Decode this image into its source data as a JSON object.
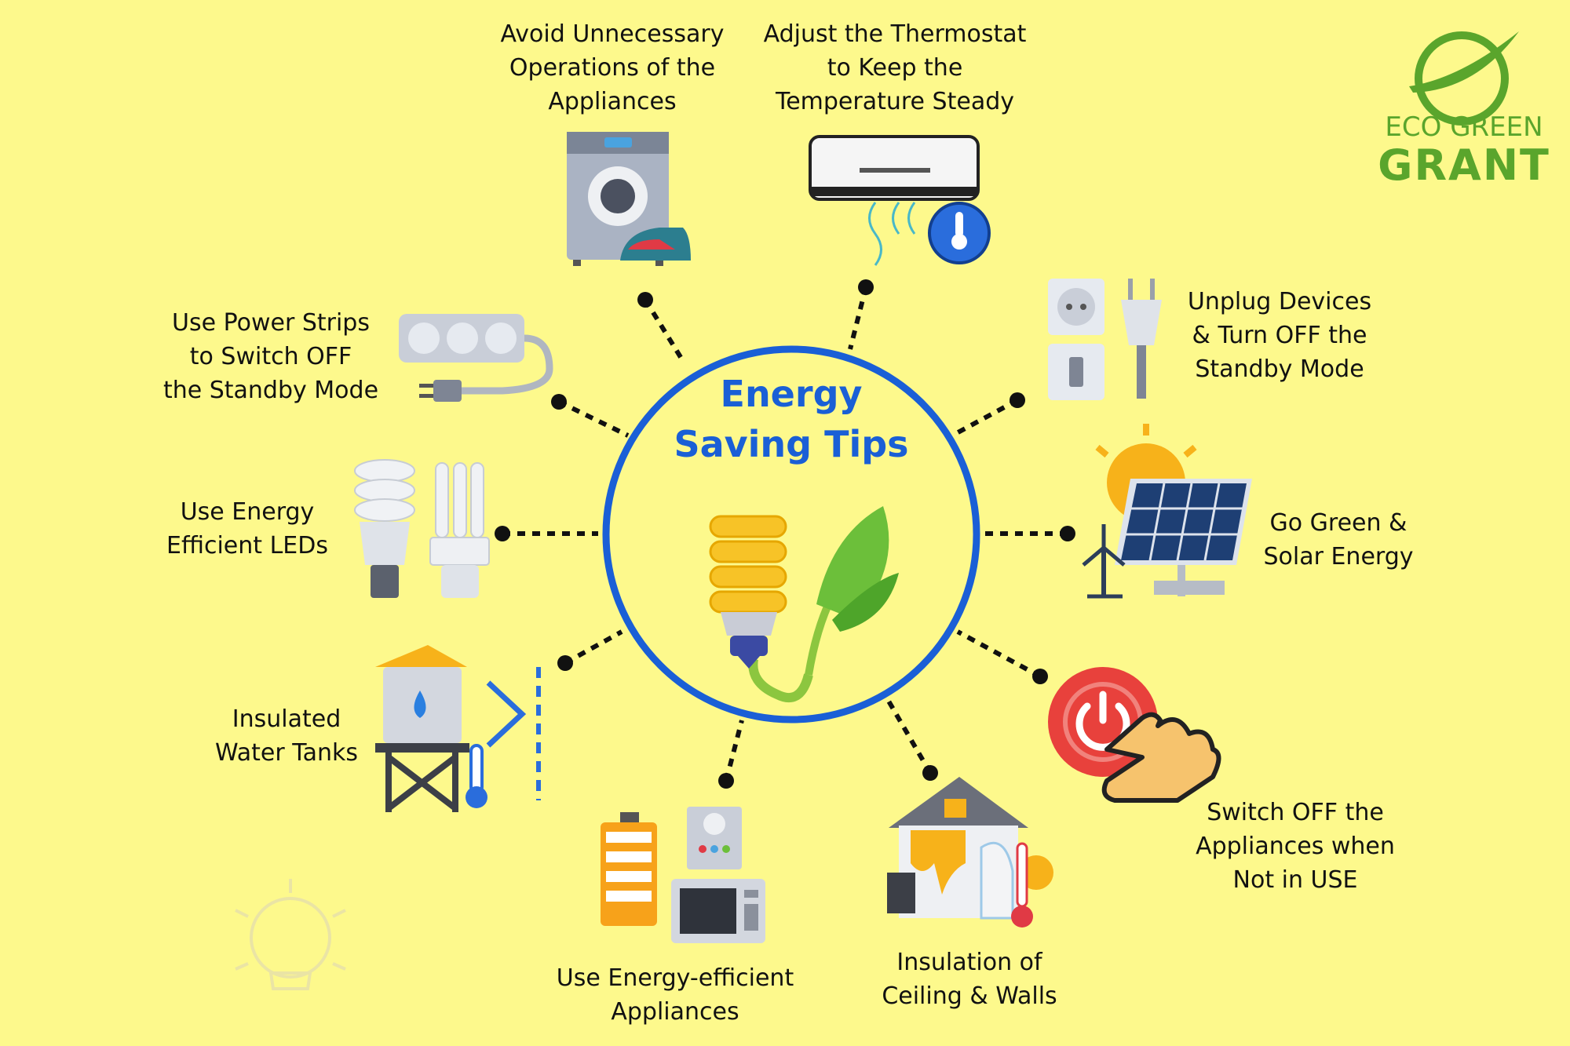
{
  "center": {
    "title_line1": "Energy",
    "title_line2": "Saving Tips"
  },
  "logo": {
    "line1": "ECO GREEN",
    "line2": "GRANT"
  },
  "tips": [
    {
      "id": "avoid-operations",
      "lines": [
        "Avoid Unnecessary",
        "Operations of the",
        "Appliances"
      ]
    },
    {
      "id": "thermostat",
      "lines": [
        "Adjust the Thermostat",
        "to Keep the",
        "Temperature Steady"
      ]
    },
    {
      "id": "unplug",
      "lines": [
        "Unplug Devices",
        "& Turn OFF the",
        "Standby Mode"
      ]
    },
    {
      "id": "solar",
      "lines": [
        "Go Green &",
        "Solar Energy"
      ]
    },
    {
      "id": "switch-off",
      "lines": [
        "Switch OFF the",
        "Appliances when",
        "Not in USE"
      ]
    },
    {
      "id": "insulation-ceiling",
      "lines": [
        "Insulation of",
        "Ceiling & Walls"
      ]
    },
    {
      "id": "efficient-appliances",
      "lines": [
        "Use Energy-efficient",
        "Appliances"
      ]
    },
    {
      "id": "water-tanks",
      "lines": [
        "Insulated",
        "Water Tanks"
      ]
    },
    {
      "id": "leds",
      "lines": [
        "Use Energy",
        "Efficient  LEDs"
      ]
    },
    {
      "id": "power-strips",
      "lines": [
        "Use Power Strips",
        "to Switch OFF",
        "the Standby Mode"
      ]
    }
  ],
  "colors": {
    "background": "#fdf98c",
    "circle": "#1a5fd6",
    "logo_green": "#5aa52c",
    "text": "#111111"
  },
  "icons": {
    "center": "cfl-bulb-leaf-icon",
    "avoid-operations": "washing-machine-iron-icon",
    "thermostat": "air-conditioner-thermometer-icon",
    "unplug": "socket-switch-plug-icon",
    "solar": "solar-panel-sun-wind-turbine-icon",
    "switch-off": "power-button-hand-icon",
    "insulation-ceiling": "house-paint-thermometer-icon",
    "efficient-appliances": "battery-meter-microwave-icon",
    "water-tanks": "water-tower-thermometer-icon",
    "leds": "cfl-bulbs-icon",
    "power-strips": "power-strip-plug-icon",
    "watermark": "light-bulb-watermark-icon",
    "logo": "eco-green-swoosh-logo"
  }
}
